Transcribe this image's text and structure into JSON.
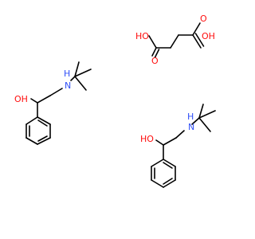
{
  "colors": {
    "bond": "#000000",
    "oxygen": "#ff0d0d",
    "nitrogen": "#3050f8",
    "background": "#ffffff"
  },
  "labels": {
    "succinic_acid": {
      "left_ho": "HO",
      "left_carbonyl_o": "O",
      "right_carbonyl_o": "O",
      "right_oh": "OH"
    },
    "molecule_1": {
      "nh": "H",
      "n": "N",
      "oh": "OH"
    },
    "molecule_2": {
      "nh": "H",
      "n": "N",
      "ho": "HO"
    }
  }
}
